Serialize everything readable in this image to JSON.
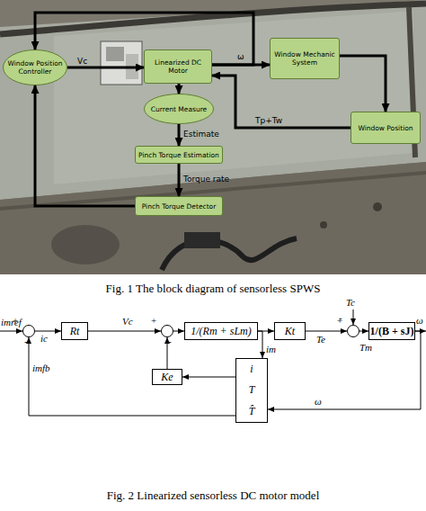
{
  "diagram": {
    "nodes": [
      {
        "text": [
          "Window Position Controller"
        ]
      },
      {
        "text": [
          "Linearized DC Motor"
        ]
      },
      {
        "text": [
          "Window Mechanic System"
        ]
      },
      {
        "text": [
          "Window Position"
        ]
      },
      {
        "text": [
          "Current Measure"
        ]
      },
      {
        "text": [
          "Pinch Torque Estimation"
        ]
      },
      {
        "text": [
          "Pinch Torque Detector"
        ]
      },
      {
        "text": [
          "+",
          "-"
        ]
      },
      {
        "text": [
          "Rt"
        ]
      },
      {
        "text": [
          "+",
          "-"
        ]
      },
      {
        "text": [
          "1/(Rm + sLm)"
        ]
      },
      {
        "text": [
          "Kt"
        ]
      },
      {
        "text": [
          "+",
          "-"
        ]
      },
      {
        "text": [
          "1/(B + sJ)"
        ]
      },
      {
        "text": [
          "Ke"
        ]
      },
      {
        "text": [
          "i",
          "T",
          "T̂"
        ]
      }
    ],
    "edges": [
      {
        "from": 0,
        "to": 1,
        "label": "Vc",
        "arrow": "to"
      },
      {
        "from": 1,
        "to": 2,
        "label": "ω",
        "arrow": "to"
      },
      {
        "from": 1,
        "to": 0,
        "arrow": "to"
      },
      {
        "from": 2,
        "to": 3,
        "arrow": "to"
      },
      {
        "from": 3,
        "to": 1,
        "label": "Tp+Tw",
        "arrow": "to"
      },
      {
        "from": 1,
        "to": 4,
        "arrow": "to"
      },
      {
        "from": 4,
        "to": 5,
        "label": "Estimate",
        "arrow": "to"
      },
      {
        "from": 5,
        "to": 6,
        "label": "Torque rate",
        "arrow": "to"
      },
      {
        "from": 6,
        "to": 0,
        "arrow": "to"
      },
      {
        "from": 7,
        "to": 8,
        "label": "ic",
        "arrow": "to"
      },
      {
        "from": 8,
        "to": 9,
        "label": "Vc",
        "arrow": "to"
      },
      {
        "from": 9,
        "to": 10,
        "arrow": "to"
      },
      {
        "from": 10,
        "to": 11,
        "arrow": "to"
      },
      {
        "from": 11,
        "to": 12,
        "label": "Te",
        "arrow": "to"
      },
      {
        "from": 12,
        "to": 13,
        "label": "Tm",
        "arrow": "to"
      },
      {
        "from": 10,
        "to": 15,
        "label": "im",
        "arrow": "to"
      },
      {
        "from": 13,
        "to": 15,
        "label": "ω",
        "arrow": "to"
      },
      {
        "from": 15,
        "to": 14,
        "arrow": "to"
      },
      {
        "from": 14,
        "to": 9,
        "arrow": "to"
      },
      {
        "from": 15,
        "to": 7,
        "label": "imfb",
        "arrow": "to"
      }
    ],
    "labels": [
      "Fig. 1  The block diagram of sensorless SPWS",
      "imref",
      "Tc",
      "ω",
      "Fig. 2  Linearized sensorless DC motor model"
    ]
  }
}
